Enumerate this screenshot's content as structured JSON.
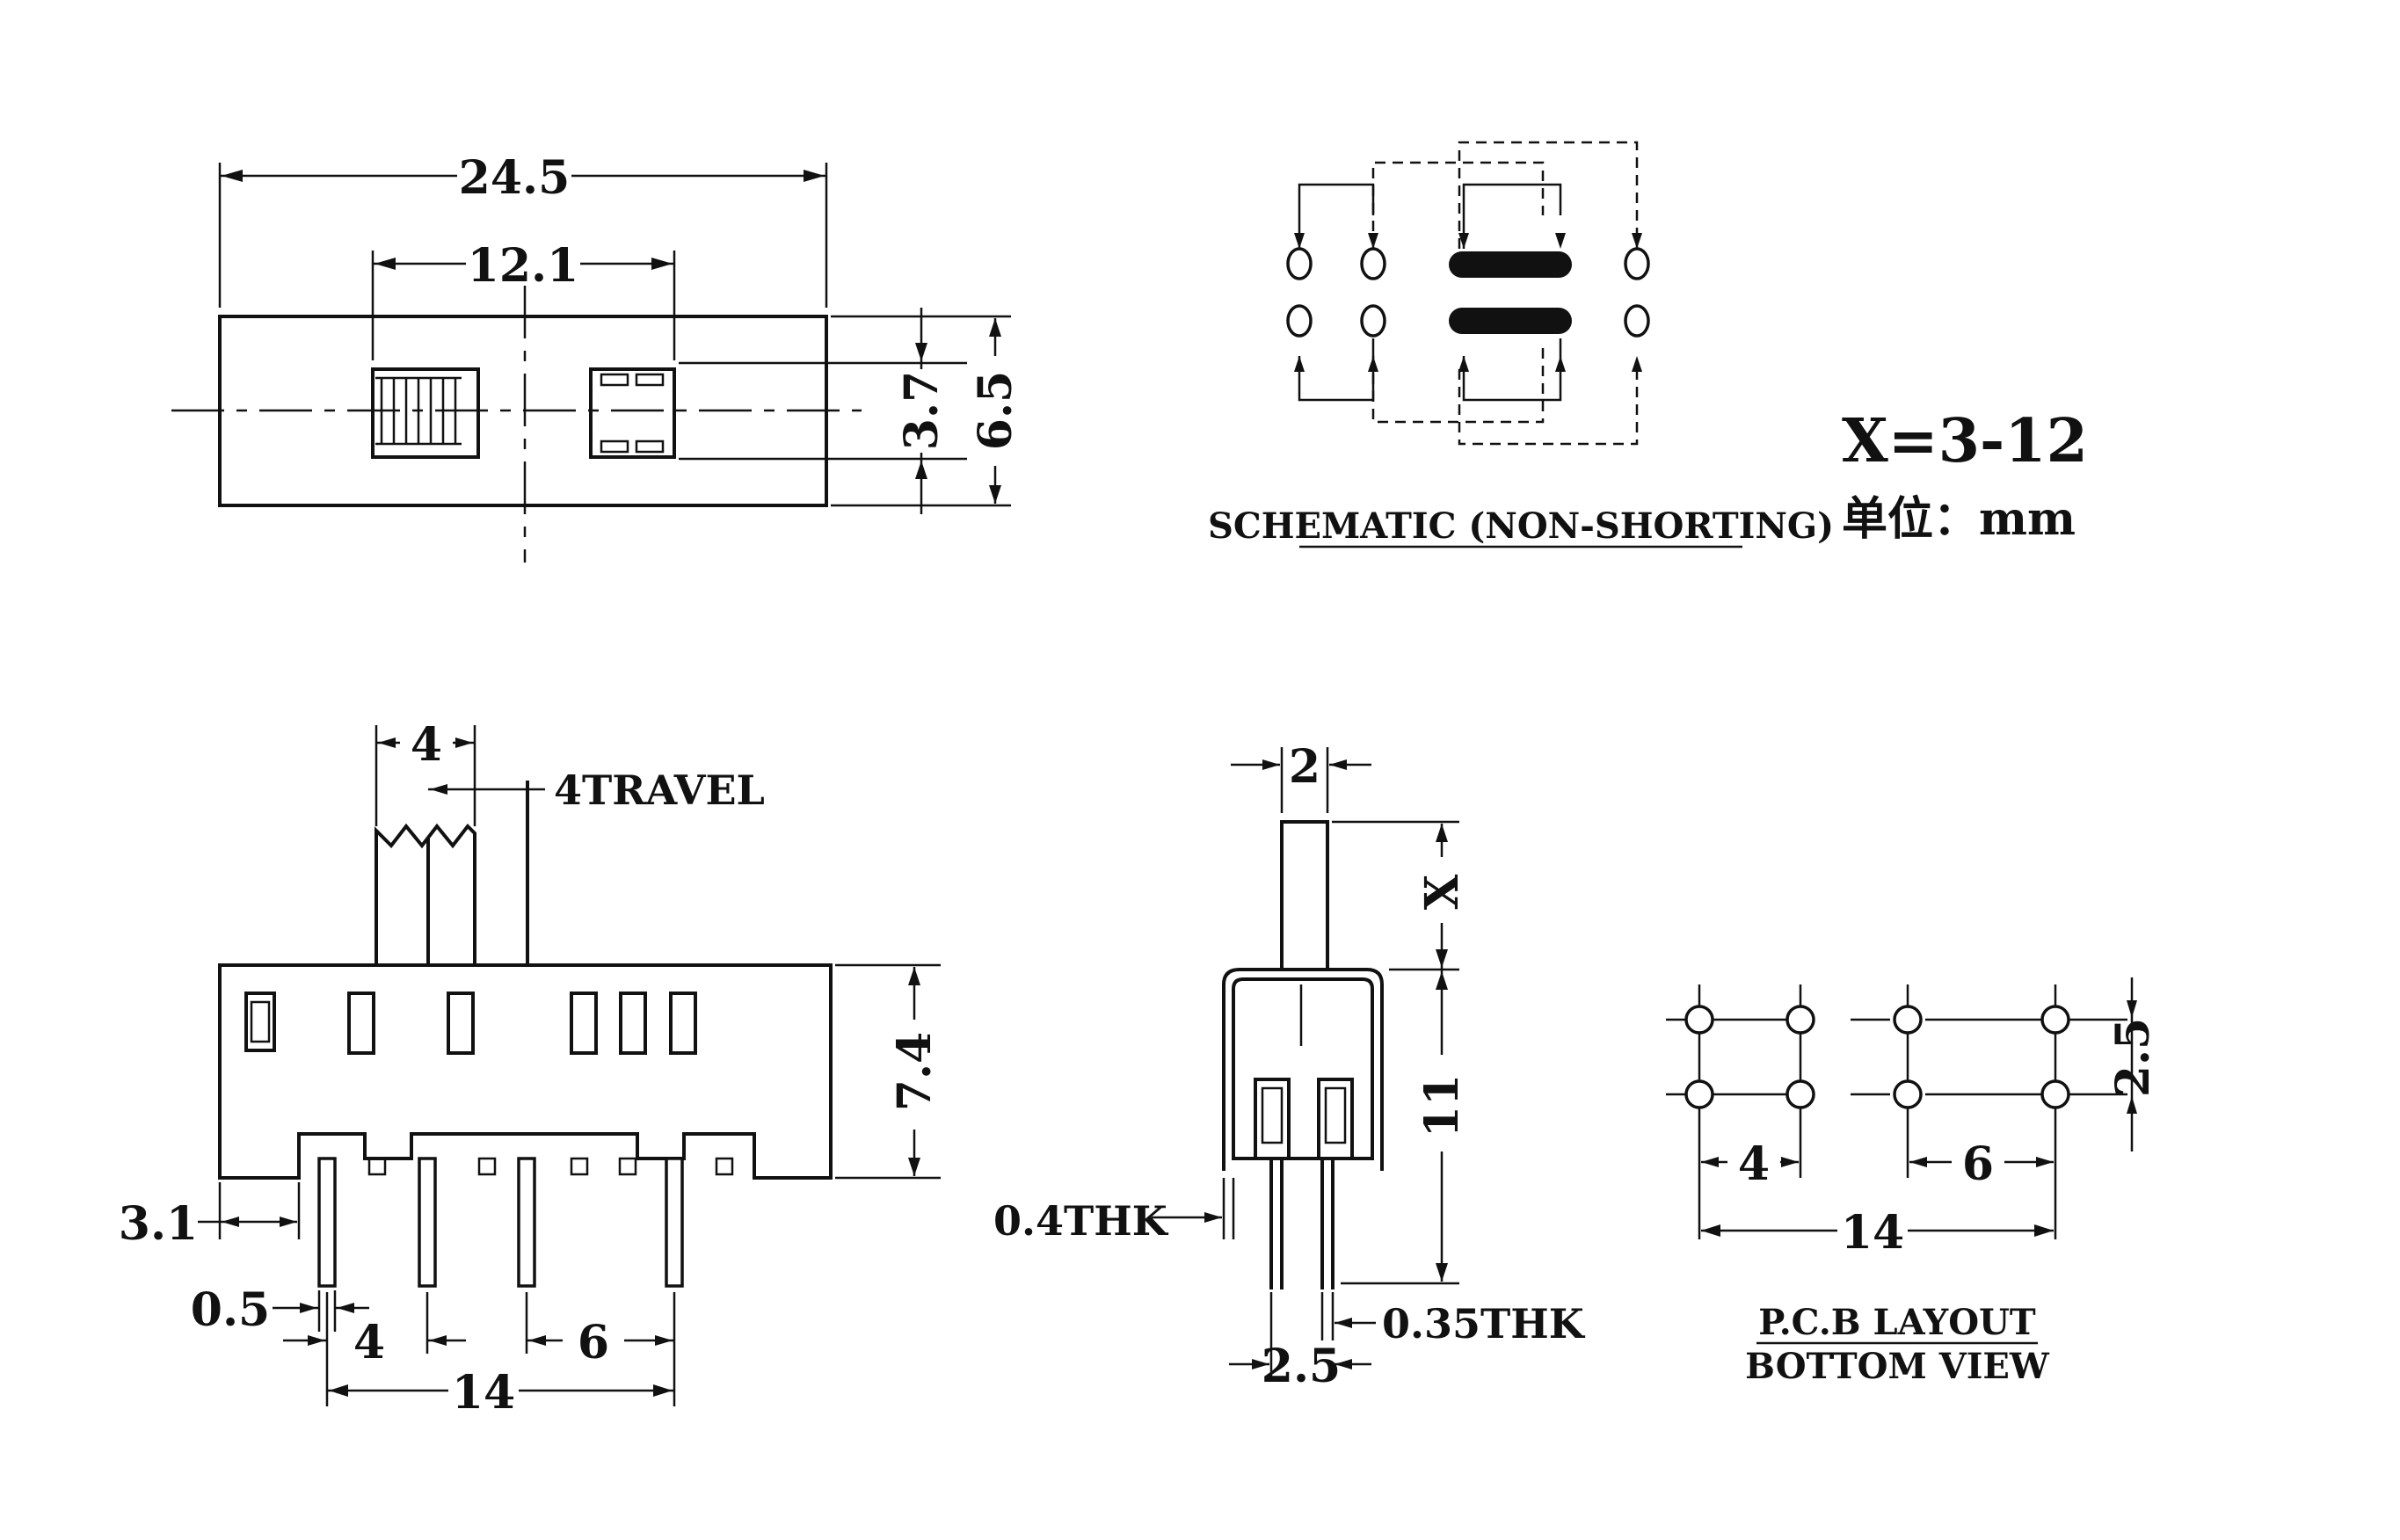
{
  "top_view": {
    "dim_overall_width": "24.5",
    "dim_center_width": "12.1",
    "dim_inner_height": "3.7",
    "dim_outer_height": "6.5"
  },
  "schematic": {
    "caption": "SCHEMATIC (NON-SHORTING)"
  },
  "notes": {
    "x_range": "X=3-12",
    "unit_label": "单位：mm"
  },
  "front_view": {
    "dim_knob_width": "4",
    "travel_label": "4TRAVEL",
    "dim_body_height": "7.4",
    "dim_standoff": "3.1",
    "dim_pin_width": "0.5",
    "dim_pitch_a": "4",
    "dim_pitch_b": "6",
    "dim_total_span": "14"
  },
  "side_view": {
    "dim_knob_width": "2",
    "dim_knob_height": "X",
    "dim_body_height": "11",
    "frame_thickness": "0.4THK",
    "pin_thickness": "0.35THK",
    "dim_pin_spacing": "2.5"
  },
  "pcb_layout": {
    "dim_row_spacing": "2.5",
    "dim_pitch_a": "4",
    "dim_pitch_b": "6",
    "dim_total_span": "14",
    "caption_line1": "P.C.B LAYOUT",
    "caption_line2": "BOTTOM VIEW"
  }
}
